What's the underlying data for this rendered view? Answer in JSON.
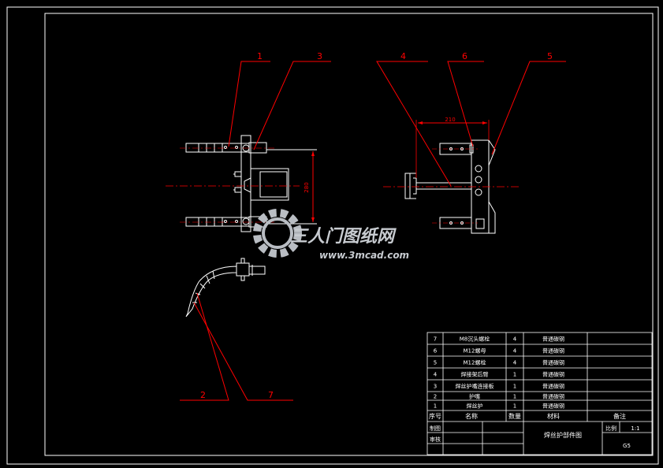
{
  "balloons": [
    {
      "id": "b1",
      "label": "1"
    },
    {
      "id": "b3",
      "label": "3"
    },
    {
      "id": "b4",
      "label": "4"
    },
    {
      "id": "b6",
      "label": "6"
    },
    {
      "id": "b5",
      "label": "5"
    },
    {
      "id": "b2",
      "label": "2"
    },
    {
      "id": "b7",
      "label": "7"
    }
  ],
  "dimensions": {
    "front_vertical": "280",
    "side_horizontal": "210"
  },
  "watermark": {
    "brand": "三人门图纸网",
    "url": "www.3mcad.com"
  },
  "bom": {
    "rows": [
      {
        "no": "7",
        "name": "M8沉头螺栓",
        "qty": "4",
        "material": "普通碳钢",
        "remark": ""
      },
      {
        "no": "6",
        "name": "M12螺母",
        "qty": "4",
        "material": "普通碳钢",
        "remark": ""
      },
      {
        "no": "5",
        "name": "M12螺栓",
        "qty": "4",
        "material": "普通碳钢",
        "remark": ""
      },
      {
        "no": "4",
        "name": "焊接架后臂",
        "qty": "1",
        "material": "普通碳钢",
        "remark": ""
      },
      {
        "no": "3",
        "name": "焊丝护嘴连接板",
        "qty": "1",
        "material": "普通碳钢",
        "remark": ""
      },
      {
        "no": "2",
        "name": "护嘴",
        "qty": "1",
        "material": "普通碳钢",
        "remark": ""
      },
      {
        "no": "1",
        "name": "焊丝护",
        "qty": "1",
        "material": "普通碳钢",
        "remark": ""
      }
    ],
    "header": {
      "no": "序号",
      "name": "名称",
      "qty": "数量",
      "material": "材料",
      "remark": "备注"
    }
  },
  "title_block": {
    "drawn_label": "制图",
    "checked_label": "审核",
    "drawing_title": "焊丝护部件图",
    "scale_label": "比例",
    "scale_value": "1:1",
    "sheet_code": "G5"
  }
}
